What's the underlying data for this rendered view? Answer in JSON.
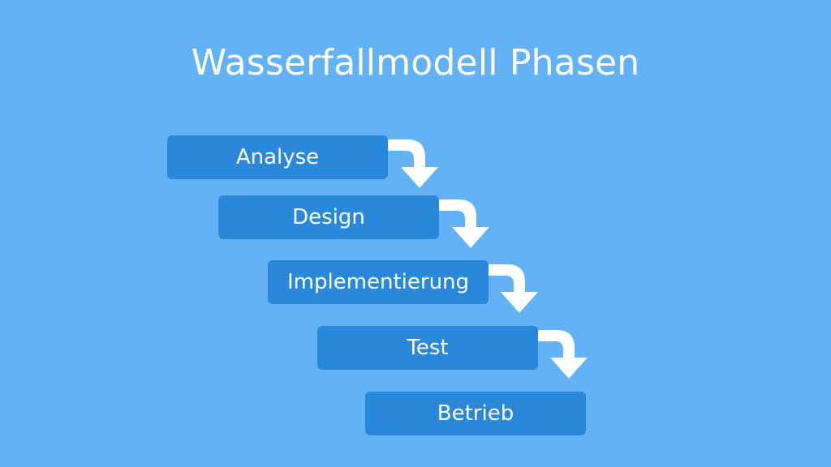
{
  "title": "Wasserfallmodell Phasen",
  "colors": {
    "background": "#62b2f5",
    "phase_box": "#2a88da",
    "text": "#ffffff",
    "arrow": "#ffffff"
  },
  "phases": [
    {
      "label": "Analyse"
    },
    {
      "label": "Design"
    },
    {
      "label": "Implementierung"
    },
    {
      "label": "Test"
    },
    {
      "label": "Betrieb"
    }
  ],
  "connectors": [
    {
      "from": "Analyse",
      "to": "Design",
      "icon": "curved-down-arrow-icon"
    },
    {
      "from": "Design",
      "to": "Implementierung",
      "icon": "curved-down-arrow-icon"
    },
    {
      "from": "Implementierung",
      "to": "Test",
      "icon": "curved-down-arrow-icon"
    },
    {
      "from": "Test",
      "to": "Betrieb",
      "icon": "curved-down-arrow-icon"
    }
  ]
}
